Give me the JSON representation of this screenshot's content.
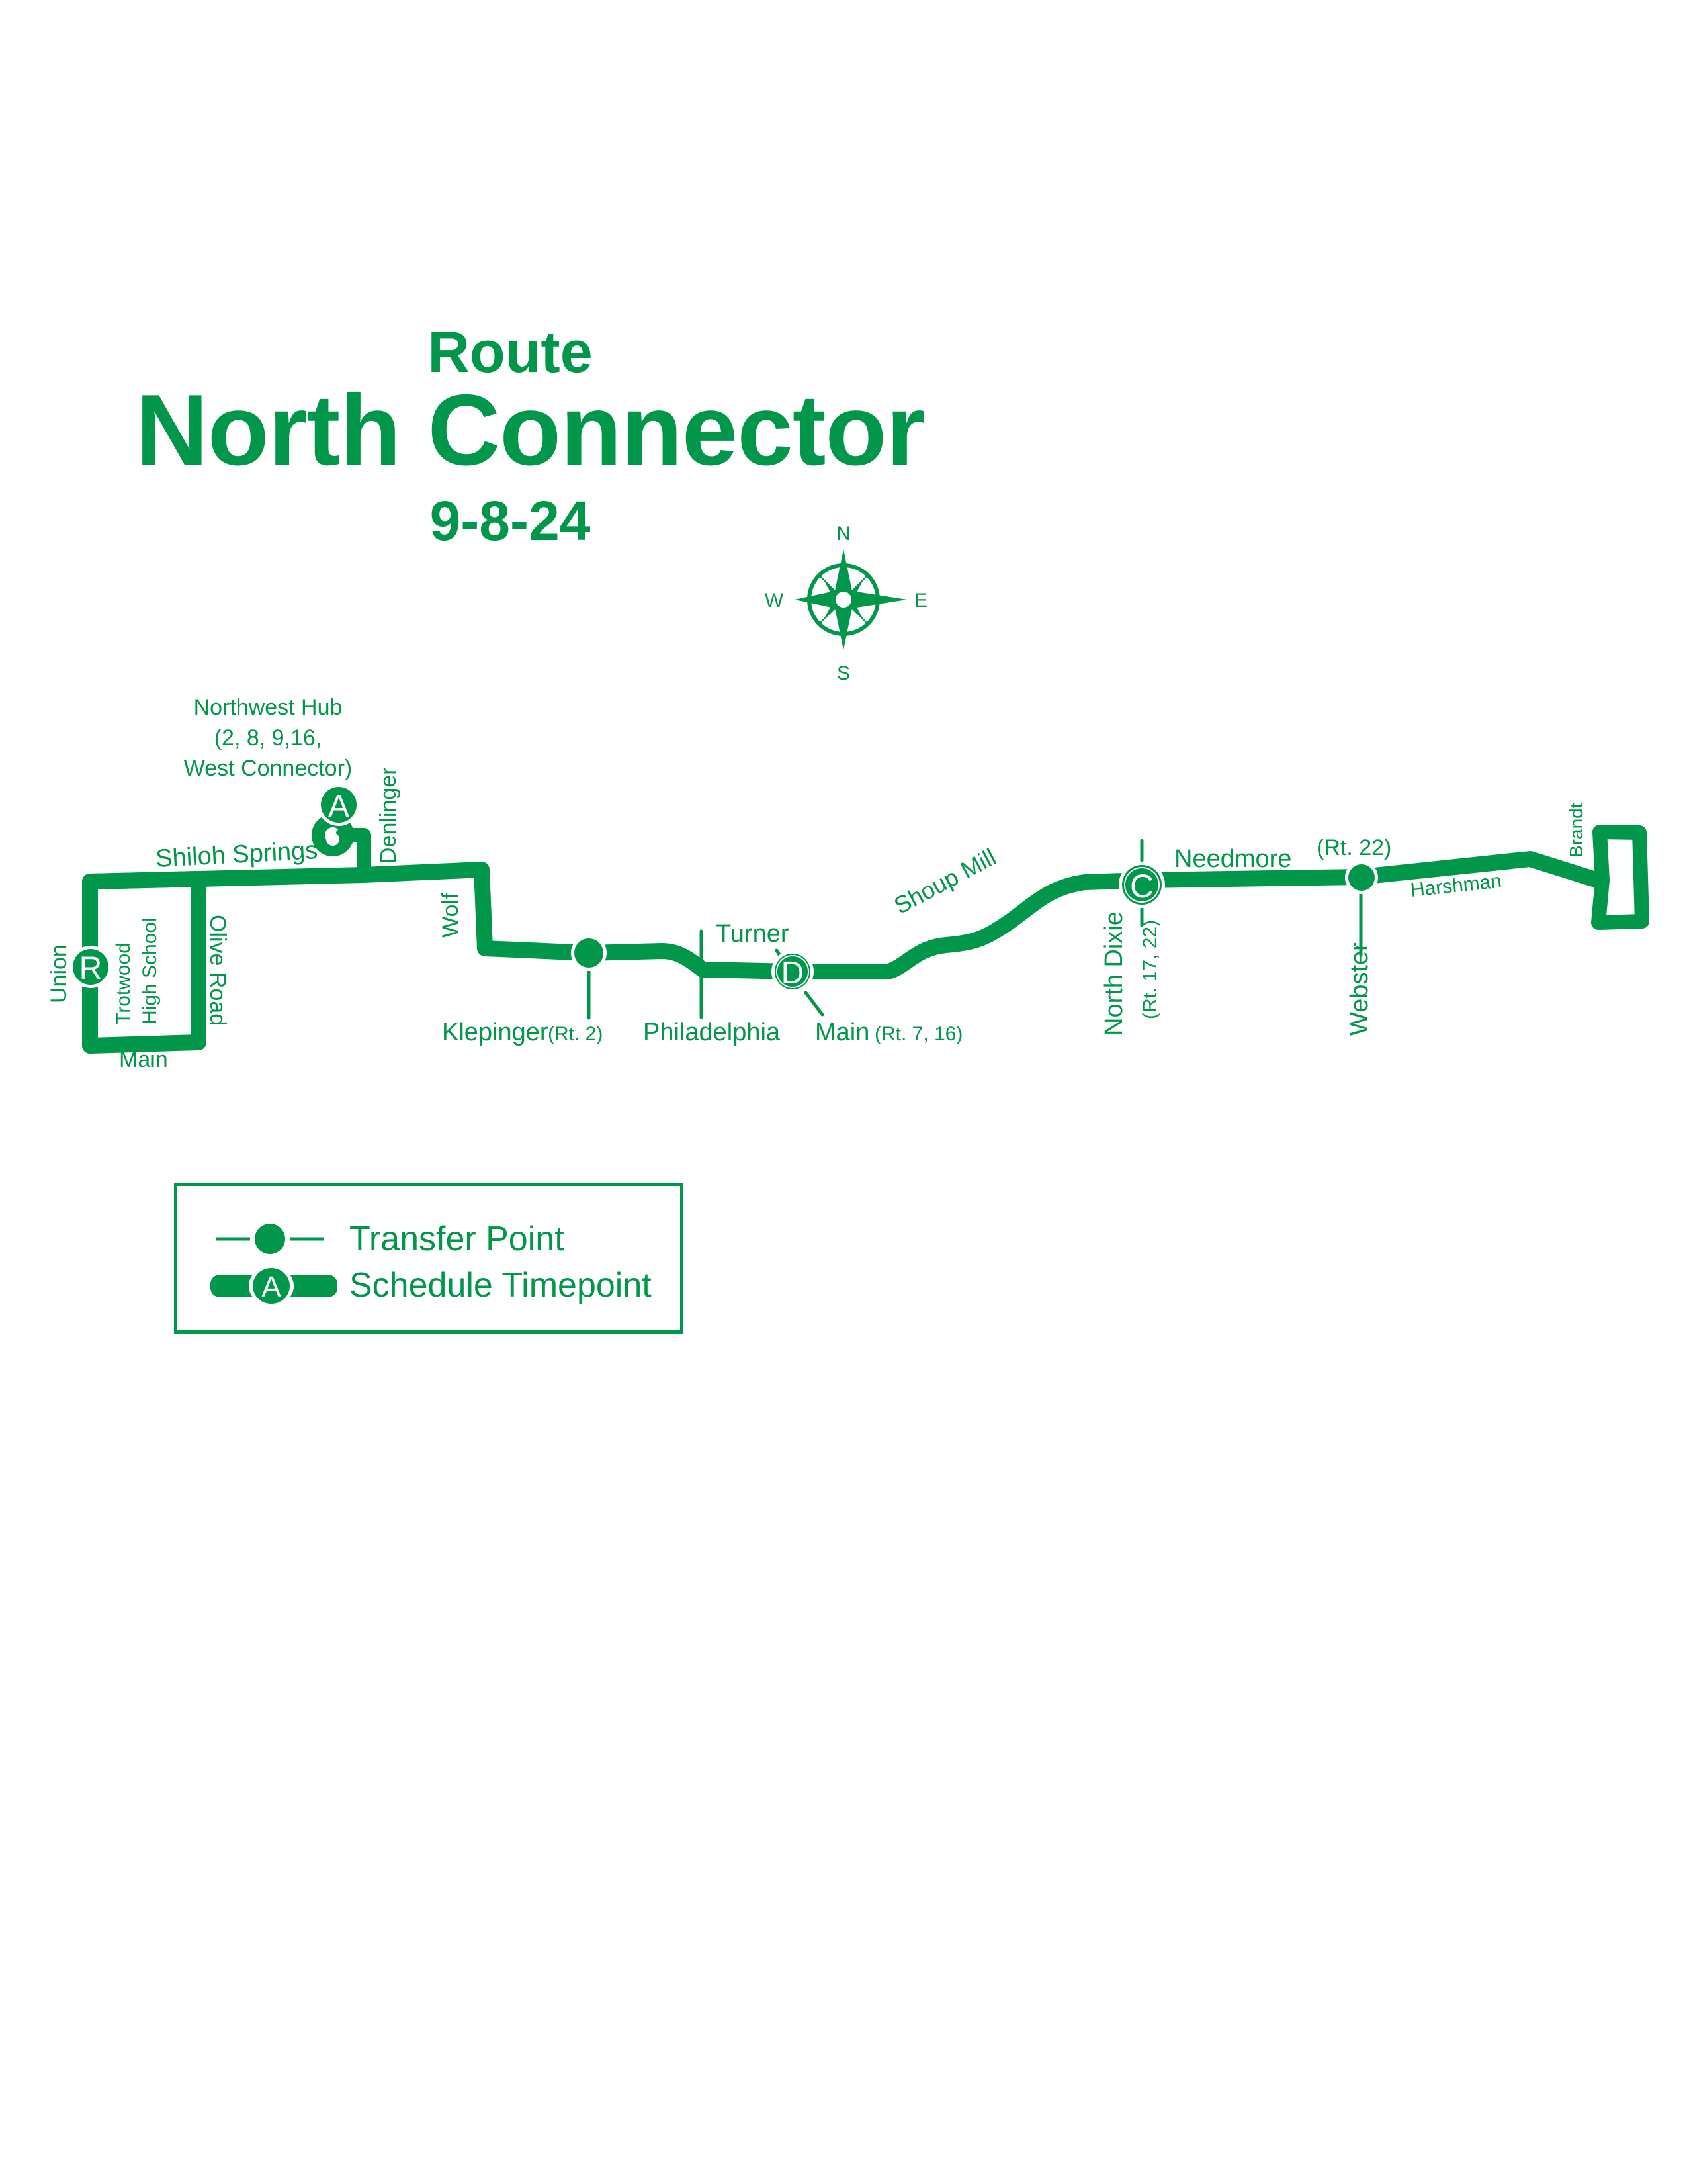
{
  "header": {
    "route_label": "Route",
    "route_name": "North Connector",
    "effective_date": "9-8-24"
  },
  "compass": {
    "north": "N",
    "south": "S",
    "east": "E",
    "west": "W"
  },
  "colors": {
    "route_green": "#00974a",
    "background": "#ffffff"
  },
  "map": {
    "hub": {
      "line1": "Northwest Hub",
      "line2": "(2, 8, 9,16,",
      "line3": "West Connector)"
    },
    "timepoints": [
      {
        "letter": "R",
        "location": "Union"
      },
      {
        "letter": "A",
        "location": "Northwest Hub"
      },
      {
        "letter": "D",
        "location": "Main (Rt. 7, 16)"
      },
      {
        "letter": "C",
        "location": "North Dixie (Rt. 17, 22)"
      }
    ],
    "streets": {
      "shiloh_springs": "Shiloh Springs",
      "denlinger": "Denlinger",
      "union": "Union",
      "trotwood_line1": "Trotwood",
      "trotwood_line2": "High School",
      "olive_road": "Olive Road",
      "main_west": "Main",
      "wolf": "Wolf",
      "klepinger": "Klepinger",
      "klepinger_routes": "(Rt. 2)",
      "philadelphia": "Philadelphia",
      "turner": "Turner",
      "main_east": "Main",
      "main_east_routes": "(Rt. 7, 16)",
      "shoup_mill": "Shoup Mill",
      "north_dixie": "North Dixie",
      "north_dixie_routes": "(Rt. 17, 22)",
      "needmore": "Needmore",
      "webster_routes": "(Rt. 22)",
      "webster": "Webster",
      "harshman": "Harshman",
      "brandt": "Brandt"
    }
  },
  "legend": {
    "transfer_point": "Transfer Point",
    "schedule_timepoint": "Schedule Timepoint",
    "timepoint_sample_letter": "A"
  }
}
